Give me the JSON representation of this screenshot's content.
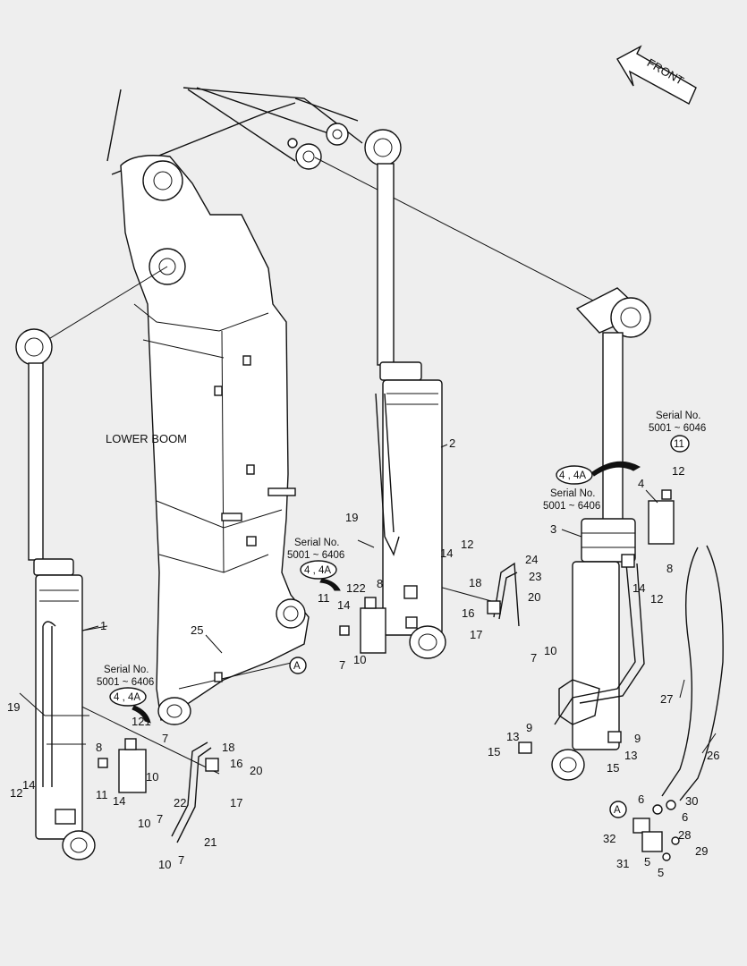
{
  "title_label": "LOWER BOOM",
  "front_label": "FRONT",
  "ref_A": "A",
  "serial_notes": [
    {
      "serial_label": "Serial No.",
      "range": "5001 ~ 6046",
      "ref": "11"
    },
    {
      "serial_label": "Serial No.",
      "range": "5001 ~ 6406",
      "ref": "4 , 4A"
    },
    {
      "serial_label": "Serial No.",
      "range": "5001 ~ 6406",
      "ref": "4 , 4A"
    },
    {
      "serial_label": "Serial No.",
      "range": "5001 ~ 6406",
      "ref": "4 , 4A"
    }
  ],
  "part_numbers": [
    "1",
    "2",
    "3",
    "4",
    "5",
    "5",
    "6",
    "6",
    "7",
    "7",
    "7",
    "7",
    "7",
    "8",
    "8",
    "8",
    "9",
    "9",
    "10",
    "10",
    "10",
    "10",
    "10",
    "11",
    "11",
    "12",
    "12",
    "12",
    "12",
    "13",
    "13",
    "14",
    "14",
    "14",
    "14",
    "14",
    "15",
    "15",
    "16",
    "16",
    "17",
    "17",
    "18",
    "18",
    "19",
    "19",
    "20",
    "20",
    "21",
    "22",
    "23",
    "24",
    "25",
    "26",
    "27",
    "28",
    "29",
    "30",
    "31",
    "32",
    "121",
    "122"
  ]
}
